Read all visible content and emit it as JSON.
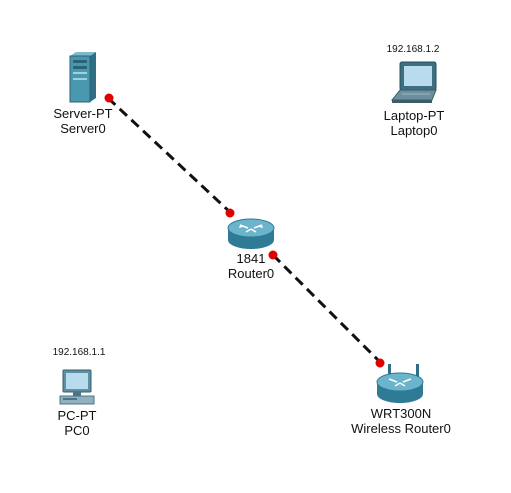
{
  "devices": {
    "server": {
      "model": "Server-PT",
      "name": "Server0"
    },
    "router": {
      "model": "1841",
      "name": "Router0"
    },
    "laptop": {
      "model": "Laptop-PT",
      "name": "Laptop0",
      "ip": "192.168.1.2"
    },
    "pc": {
      "model": "PC-PT",
      "name": "PC0",
      "ip": "192.168.1.1"
    },
    "wireless": {
      "model": "WRT300N",
      "name": "Wireless Router0"
    }
  },
  "links": [
    {
      "from": "Server0",
      "to": "Router0",
      "style": "dashed",
      "status": "down"
    },
    {
      "from": "Router0",
      "to": "Wireless Router0",
      "style": "dashed",
      "status": "down"
    }
  ],
  "colors": {
    "link": "#111111",
    "link_status_down": "#e00000",
    "device_blue": "#3f8fa8",
    "screen_blue": "#b8dced"
  }
}
